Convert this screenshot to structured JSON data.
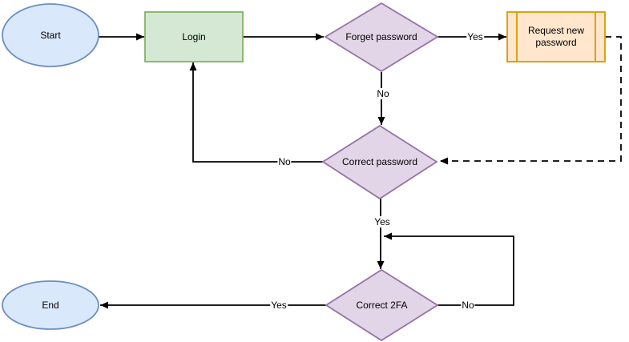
{
  "diagram": {
    "type": "flowchart",
    "nodes": [
      {
        "id": "start",
        "label": "Start",
        "shape": "ellipse-terminator"
      },
      {
        "id": "login",
        "label": "Login",
        "shape": "rectangle-task"
      },
      {
        "id": "forget-password",
        "label": "Forget password",
        "shape": "diamond-decision"
      },
      {
        "id": "request-new-password",
        "label": "Request new password",
        "shape": "predefined-process"
      },
      {
        "id": "correct-password",
        "label": "Correct password",
        "shape": "diamond-decision"
      },
      {
        "id": "correct-2fa",
        "label": "Correct 2FA",
        "shape": "diamond-decision"
      },
      {
        "id": "end",
        "label": "End",
        "shape": "ellipse-terminator"
      }
    ],
    "edges": [
      {
        "name": "start-to-login",
        "label": "",
        "style": "solid"
      },
      {
        "name": "login-to-forget-password",
        "label": "",
        "style": "solid"
      },
      {
        "name": "forget-password-to-request-new-password",
        "label": "Yes",
        "style": "solid"
      },
      {
        "name": "request-new-password-to-correct-password",
        "label": "",
        "style": "dashed"
      },
      {
        "name": "forget-password-to-correct-password",
        "label": "No",
        "style": "solid"
      },
      {
        "name": "correct-password-to-login",
        "label": "No",
        "style": "solid"
      },
      {
        "name": "correct-password-to-correct-2fa",
        "label": "Yes",
        "style": "solid"
      },
      {
        "name": "correct-2fa-loop-back",
        "label": "No",
        "style": "solid"
      },
      {
        "name": "correct-2fa-to-end",
        "label": "Yes",
        "style": "solid"
      }
    ]
  },
  "colors": {
    "terminator": {
      "fill": "#dae8fc",
      "stroke": "#6c8ebf"
    },
    "task": {
      "fill": "#d5e8d4",
      "stroke": "#82b366"
    },
    "decision": {
      "fill": "#e1d5e7",
      "stroke": "#9673a6"
    },
    "subprocess": {
      "fill": "#ffe6cc",
      "stroke": "#d79b00"
    },
    "edge": "#000000",
    "text": "#000000",
    "background": "#ffffff"
  }
}
